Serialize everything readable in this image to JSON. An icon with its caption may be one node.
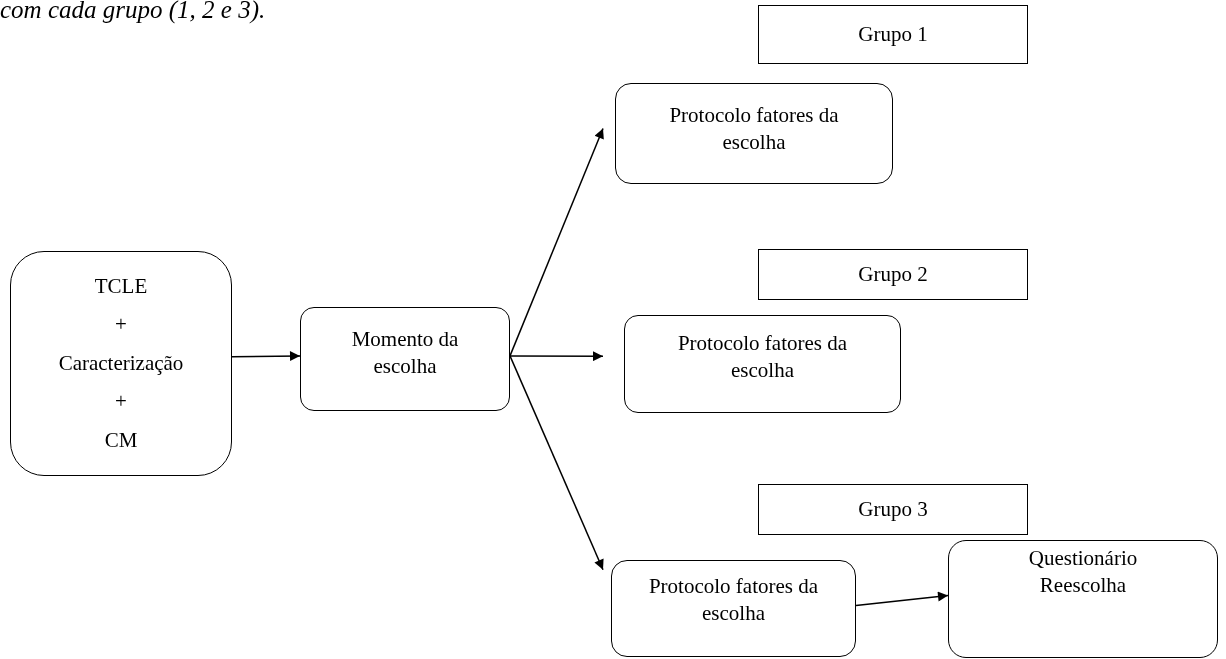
{
  "diagram": {
    "nodes": [
      {
        "text": [
          "TCLE",
          "+",
          "Caracterização",
          "+",
          "CM"
        ]
      },
      {
        "text": [
          "Momento da escolha"
        ]
      },
      {
        "text": [
          "Grupo 1"
        ]
      },
      {
        "text": [
          "Protocolo fatores da escolha"
        ]
      },
      {
        "text": [
          "Grupo 2"
        ]
      },
      {
        "text": [
          "Protocolo fatores da escolha"
        ]
      },
      {
        "text": [
          "Grupo 3"
        ]
      },
      {
        "text": [
          "Protocolo fatores da escolha"
        ]
      },
      {
        "text": [
          "Questionário Reescolha"
        ]
      }
    ],
    "edges": [
      {
        "from": 0,
        "to": 1,
        "arrow": "to"
      },
      {
        "from": 1,
        "to": 3,
        "arrow": "to"
      },
      {
        "from": 1,
        "to": 5,
        "arrow": "to"
      },
      {
        "from": 1,
        "to": 7,
        "arrow": "to"
      },
      {
        "from": 7,
        "to": 8,
        "arrow": "to"
      }
    ],
    "labels": [
      "com cada grupo (1, 2 e 3)."
    ]
  }
}
